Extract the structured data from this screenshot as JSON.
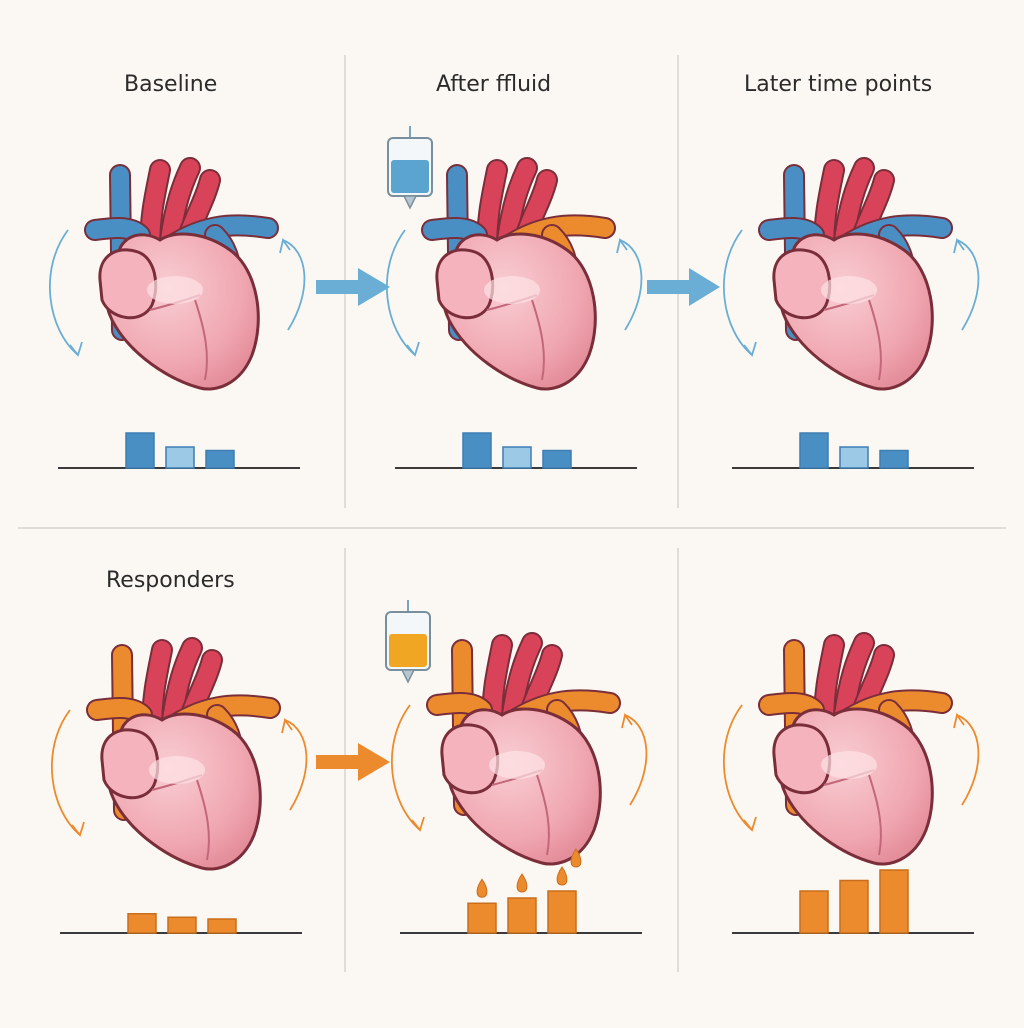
{
  "labels": {
    "baseline": "Baseline",
    "after_fluid": "After ffluid",
    "later": "Later time points",
    "responders": "Responders"
  },
  "colors": {
    "background": "#fbf8f3",
    "heart": "#f3aeb7",
    "heart_outline": "#7a2e3a",
    "vein": "#4a8fc4",
    "artery": "#d9435a",
    "orange": "#ec8a2e",
    "blue_bar_dark": "#4a8fc4",
    "blue_bar_light": "#9cc9e6",
    "arrow_blue": "#6aaed6",
    "arrow_orange": "#ec8a2e"
  },
  "panels": [
    {
      "id": "top-baseline",
      "vessel_theme": "blue",
      "bar_color": "blue",
      "bars": [
        1.0,
        0.6,
        0.5
      ],
      "iv_bag": "none",
      "drops": false
    },
    {
      "id": "top-after-fluid",
      "vessel_theme": "blue-orange",
      "bar_color": "blue",
      "bars": [
        1.0,
        0.6,
        0.5
      ],
      "iv_bag": "blue",
      "drops": false
    },
    {
      "id": "top-later",
      "vessel_theme": "blue",
      "bar_color": "blue",
      "bars": [
        1.0,
        0.6,
        0.5
      ],
      "iv_bag": "none",
      "drops": false
    },
    {
      "id": "bottom-responders",
      "vessel_theme": "orange",
      "bar_color": "orange",
      "bars": [
        0.55,
        0.45,
        0.4
      ],
      "iv_bag": "none",
      "drops": false
    },
    {
      "id": "bottom-after-fluid",
      "vessel_theme": "orange",
      "bar_color": "orange",
      "bars": [
        0.85,
        1.0,
        1.2
      ],
      "iv_bag": "yellow",
      "drops": true
    },
    {
      "id": "bottom-later",
      "vessel_theme": "orange",
      "bar_color": "orange",
      "bars": [
        1.2,
        1.5,
        1.8
      ],
      "iv_bag": "none",
      "drops": false
    }
  ]
}
